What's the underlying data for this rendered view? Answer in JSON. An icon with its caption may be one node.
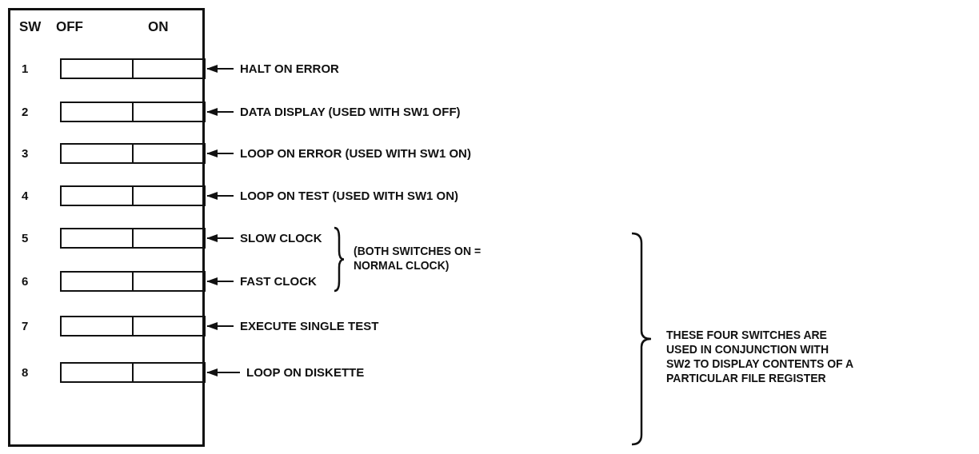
{
  "diagram": {
    "nodes": [
      {
        "text": [],
        "shape": "box"
      },
      {
        "text": [],
        "shape": "box",
        "beside": [
          "1"
        ],
        "in": 0
      },
      {
        "text": [
          "HALT ON ERROR"
        ]
      },
      {
        "text": [],
        "shape": "box",
        "beside": [
          "2"
        ],
        "in": 0
      },
      {
        "text": [
          "DATA DISPLAY (USED WITH SW1 OFF)"
        ]
      },
      {
        "text": [],
        "shape": "box",
        "beside": [
          "3"
        ],
        "in": 0
      },
      {
        "text": [
          "LOOP ON ERROR (USED WITH SW1 ON)"
        ]
      },
      {
        "text": [],
        "shape": "box",
        "beside": [
          "4"
        ],
        "in": 0
      },
      {
        "text": [
          "LOOP ON TEST (USED WITH SW1 ON)"
        ]
      },
      {
        "text": [],
        "shape": "box",
        "beside": [
          "5"
        ],
        "in": 0
      },
      {
        "text": [
          "SLOW CLOCK"
        ]
      },
      {
        "text": [],
        "shape": "box",
        "beside": [
          "6"
        ],
        "in": 0
      },
      {
        "text": [
          "FAST CLOCK"
        ]
      },
      {
        "text": [],
        "shape": "box",
        "beside": [
          "7"
        ],
        "in": 0
      },
      {
        "text": [
          "EXECUTE SINGLE TEST"
        ]
      },
      {
        "text": [],
        "shape": "box",
        "beside": [
          "8"
        ],
        "in": 0
      },
      {
        "text": [
          "LOOP ON DISKETTE"
        ]
      }
    ],
    "edges": [
      {
        "from": 2,
        "to": 1,
        "arrow": "to"
      },
      {
        "from": 4,
        "to": 3,
        "arrow": "to"
      },
      {
        "from": 6,
        "to": 5,
        "arrow": "to"
      },
      {
        "from": 8,
        "to": 7,
        "arrow": "to"
      },
      {
        "from": 10,
        "to": 9,
        "arrow": "to"
      },
      {
        "from": 12,
        "to": 11,
        "arrow": "to"
      },
      {
        "from": 14,
        "to": 13,
        "arrow": "to"
      },
      {
        "from": 16,
        "to": 15,
        "arrow": "to"
      }
    ],
    "labels": [
      "SW",
      "OFF",
      "ON",
      "(BOTH SWITCHES ON = NORMAL CLOCK)",
      "THESE FOUR SWITCHES ARE USED IN CONJUNCTION WITH SW2 TO DISPLAY CONTENTS OF A PARTICULAR FILE REGISTER"
    ]
  }
}
